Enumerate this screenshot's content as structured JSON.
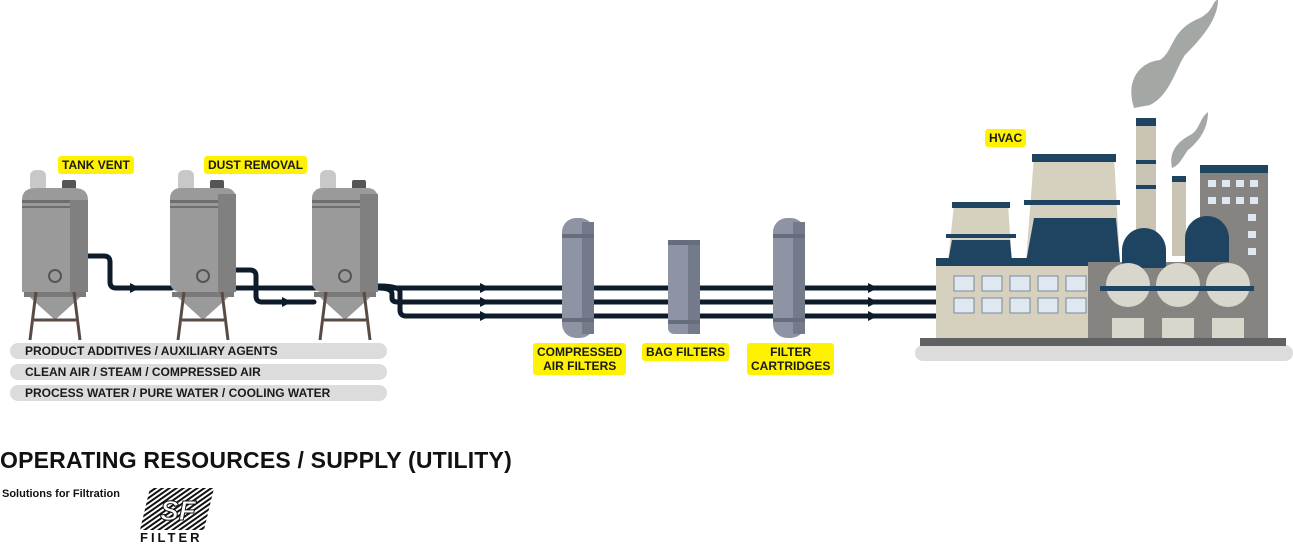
{
  "labels": {
    "tank_vent": "TANK VENT",
    "dust_removal": "DUST REMOVAL",
    "hvac": "HVAC",
    "compressed_air_filters": [
      "COMPRESSED",
      "AIR FILTERS"
    ],
    "bag_filters": "BAG FILTERS",
    "filter_cartridges": [
      "FILTER",
      "CARTRIDGES"
    ]
  },
  "resource_lines": [
    "PRODUCT ADDITIVES / AUXILIARY AGENTS",
    "CLEAN AIR / STEAM / COMPRESSED AIR",
    "PROCESS WATER / PURE WATER / COOLING WATER"
  ],
  "title": "OPERATING RESOURCES / SUPPLY (UTILITY)",
  "tagline": "Solutions for Filtration",
  "brand": {
    "mark": "SF",
    "word": "FILTER"
  },
  "colors": {
    "highlight": "#fff200",
    "pipe": "#0d1b2a",
    "tank": "#9a9a9a",
    "factory_dark": "#1f4461",
    "smoke": "#a4a8a4"
  }
}
